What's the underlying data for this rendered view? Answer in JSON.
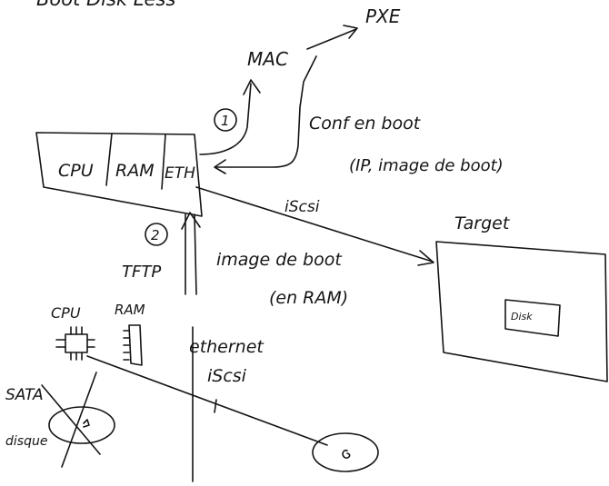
{
  "title": "Boot Disk Less",
  "nodes": {
    "pxe": "PXE",
    "mac": "MAC",
    "cpu": "CPU",
    "ram": "RAM",
    "eth": "ETH",
    "target": "Target",
    "disk": "Disk",
    "tftp": "TFTP",
    "cpu_small": "CPU",
    "ram_small": "RAM",
    "sata": "SATA",
    "disque": "disque"
  },
  "labels": {
    "step1": "1",
    "step2": "2",
    "conf_en_boot": "Conf en boot",
    "conf_detail": "(IP, image de boot)",
    "iscsi_top": "iScsi",
    "image_de_boot": "image de boot",
    "en_ram": "(en RAM)",
    "ethernet": "ethernet",
    "iscsi_bottom": "iScsi"
  },
  "colors": {
    "ink": "#141414",
    "paper": "#ffffff"
  }
}
